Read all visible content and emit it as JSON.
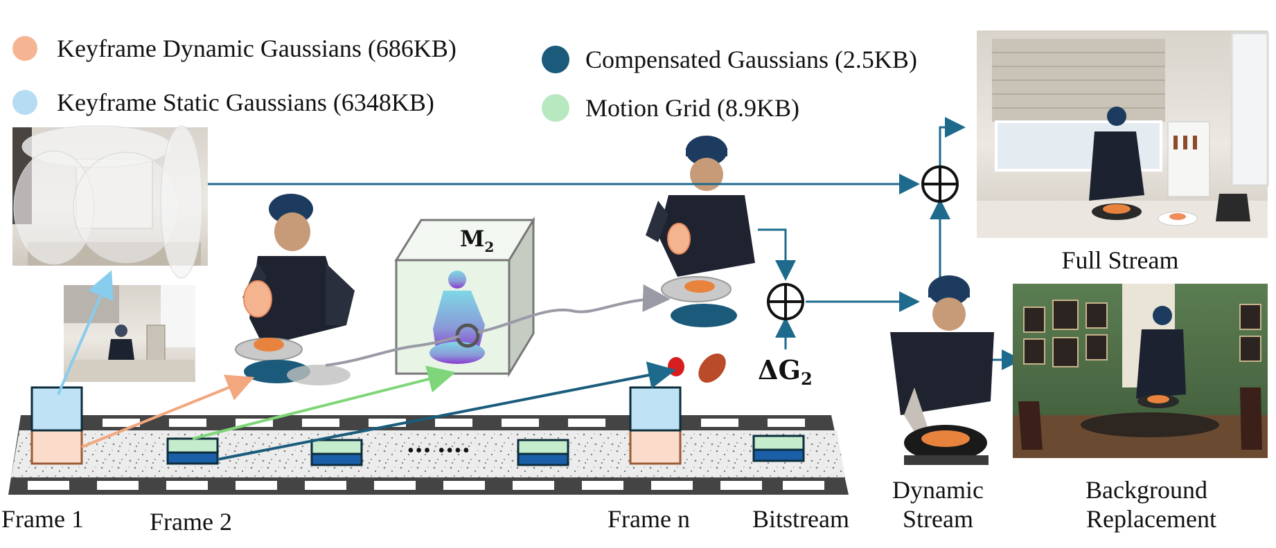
{
  "legend": {
    "keyframe_dynamic": "Keyframe Dynamic Gaussians (686KB)",
    "keyframe_static": "Keyframe Static Gaussians (6348KB)",
    "compensated": "Compensated Gaussians (2.5KB)",
    "motion_grid": "Motion Grid (8.9KB)"
  },
  "labels": {
    "frame1": "Frame 1",
    "frame2": "Frame 2",
    "frame_n": "Frame n",
    "bitstream": "Bitstream",
    "dynamic_stream_line1": "Dynamic",
    "dynamic_stream_line2": "Stream",
    "full_stream": "Full Stream",
    "background_line1": "Background",
    "background_line2": "Replacement",
    "ellipsis": "••• ••••"
  },
  "math": {
    "m2_base": "M",
    "m2_sub": "2",
    "delta_g": "ΔG",
    "delta_g_sub": "2"
  },
  "colors": {
    "dynamic": "#f5b593",
    "static": "#b5dcf2",
    "compensated": "#1b5a7a",
    "motion_grid": "#b7e8c0",
    "arrow_blue": "#1d6a8c",
    "arrow_orange": "#f2a77e",
    "arrow_green": "#7fd67a",
    "arrow_navy": "#1a5c7c",
    "arrow_light": "#88ccee"
  }
}
